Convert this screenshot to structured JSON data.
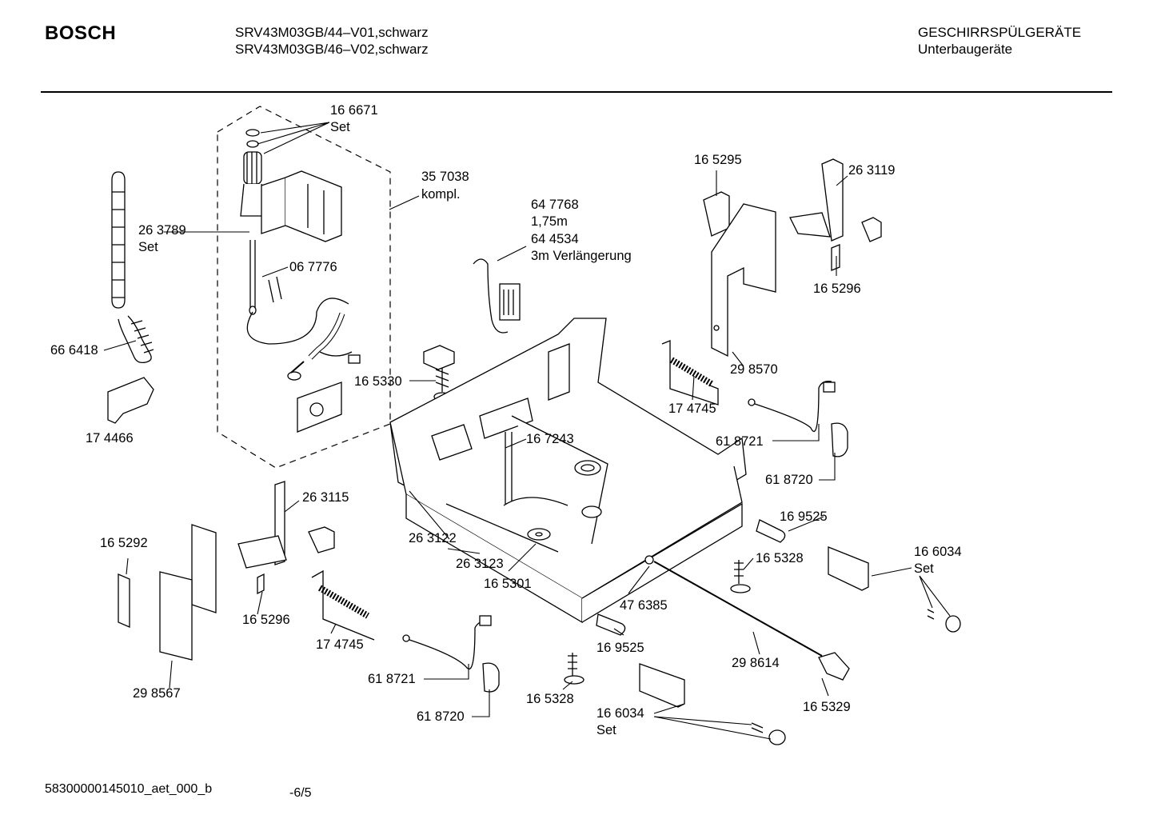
{
  "header": {
    "brand": "BOSCH",
    "model_line_1": "SRV43M03GB/44–V01,schwarz",
    "model_line_2": "SRV43M03GB/46–V02,schwarz",
    "category_line_1": "GESCHIRRSPÜLGERÄTE",
    "category_line_2": "Unterbaugeräte"
  },
  "parts": {
    "p166671": "16 6671",
    "p166671_set": "Set",
    "p357038": "35 7038",
    "p357038_sub": "kompl.",
    "p263789": "26 3789",
    "p263789_set": "Set",
    "p067776": "06 7776",
    "p666418": "66 6418",
    "p174466": "17 4466",
    "p647768": "64 7768",
    "p647768_len": "1,75m",
    "p644534": "64 4534",
    "p644534_sub": "3m Verlängerung",
    "p165330": "16 5330",
    "p167243": "16 7243",
    "p165295": "16 5295",
    "p263119": "26 3119",
    "p165296_top": "16 5296",
    "p298570": "29 8570",
    "p174745_top": "17 4745",
    "p618721_right": "61 8721",
    "p618720_right": "61 8720",
    "p169525_right": "16 9525",
    "p165328_right": "16 5328",
    "p166034_right": "16 6034",
    "p166034_right_set": "Set",
    "p263115": "26 3115",
    "p165292": "16 5292",
    "p165296_left": "16 5296",
    "p298567": "29 8567",
    "p174745_left": "17 4745",
    "p263122": "26 3122",
    "p263123": "26 3123",
    "p165301": "16 5301",
    "p476385": "47 6385",
    "p169525_bottom": "16 9525",
    "p298614": "29 8614",
    "p618721_bottom": "61 8721",
    "p618720_bottom": "61 8720",
    "p165328_bottom": "16 5328",
    "p166034_bottom": "16 6034",
    "p166034_bottom_set": "Set",
    "p165329": "16 5329"
  },
  "footer": {
    "doc_id": "58300000145010_aet_000_b",
    "page": "-6/5"
  }
}
